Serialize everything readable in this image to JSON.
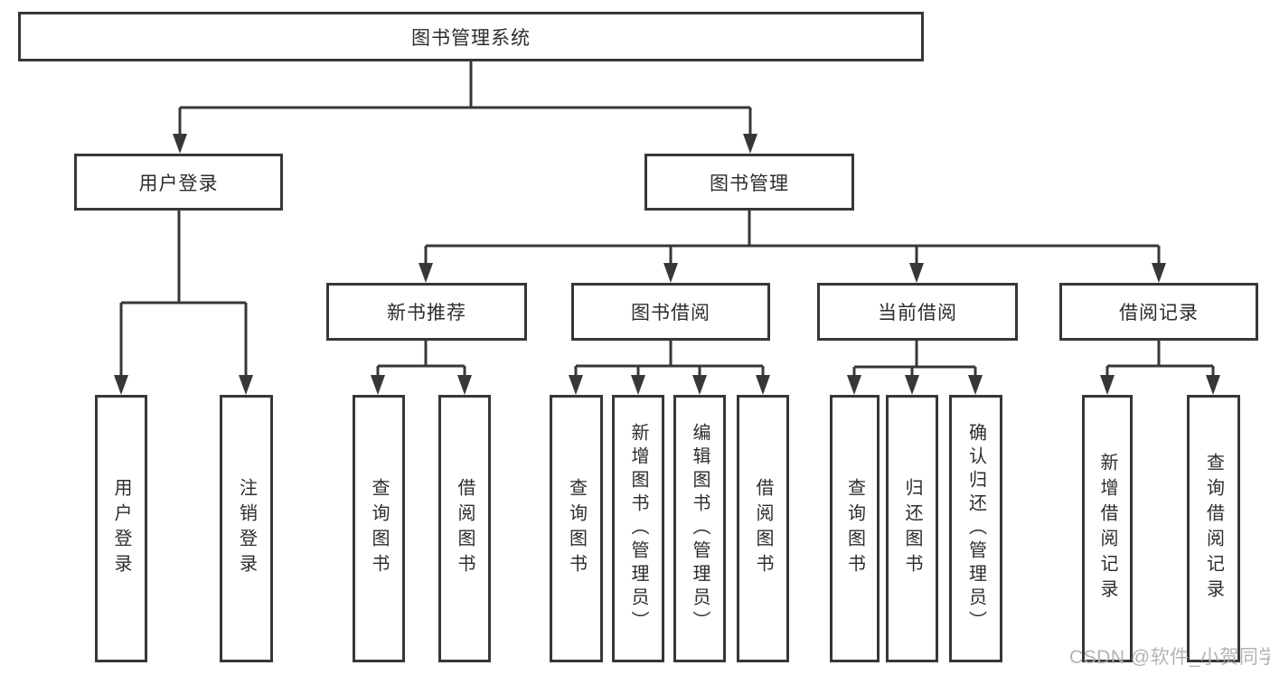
{
  "diagram": {
    "root": {
      "label": "图书管理系统"
    },
    "level2": [
      {
        "label": "用户登录",
        "children": [
          "用户登录",
          "注销登录"
        ]
      },
      {
        "label": "图书管理"
      }
    ],
    "level3": [
      {
        "label": "新书推荐",
        "children": [
          "查询图书",
          "借阅图书"
        ]
      },
      {
        "label": "图书借阅",
        "children": [
          "查询图书",
          "新增图书（管理员）",
          "编辑图书（管理员）",
          "借阅图书"
        ]
      },
      {
        "label": "当前借阅",
        "children": [
          "查询图书",
          "归还图书",
          "确认归还（管理员）"
        ]
      },
      {
        "label": "借阅记录",
        "children": [
          "新增借阅记录",
          "查询借阅记录"
        ]
      }
    ],
    "line_color": "#373737"
  },
  "watermark": {
    "text": "CSDN @软件_小贺同学"
  }
}
